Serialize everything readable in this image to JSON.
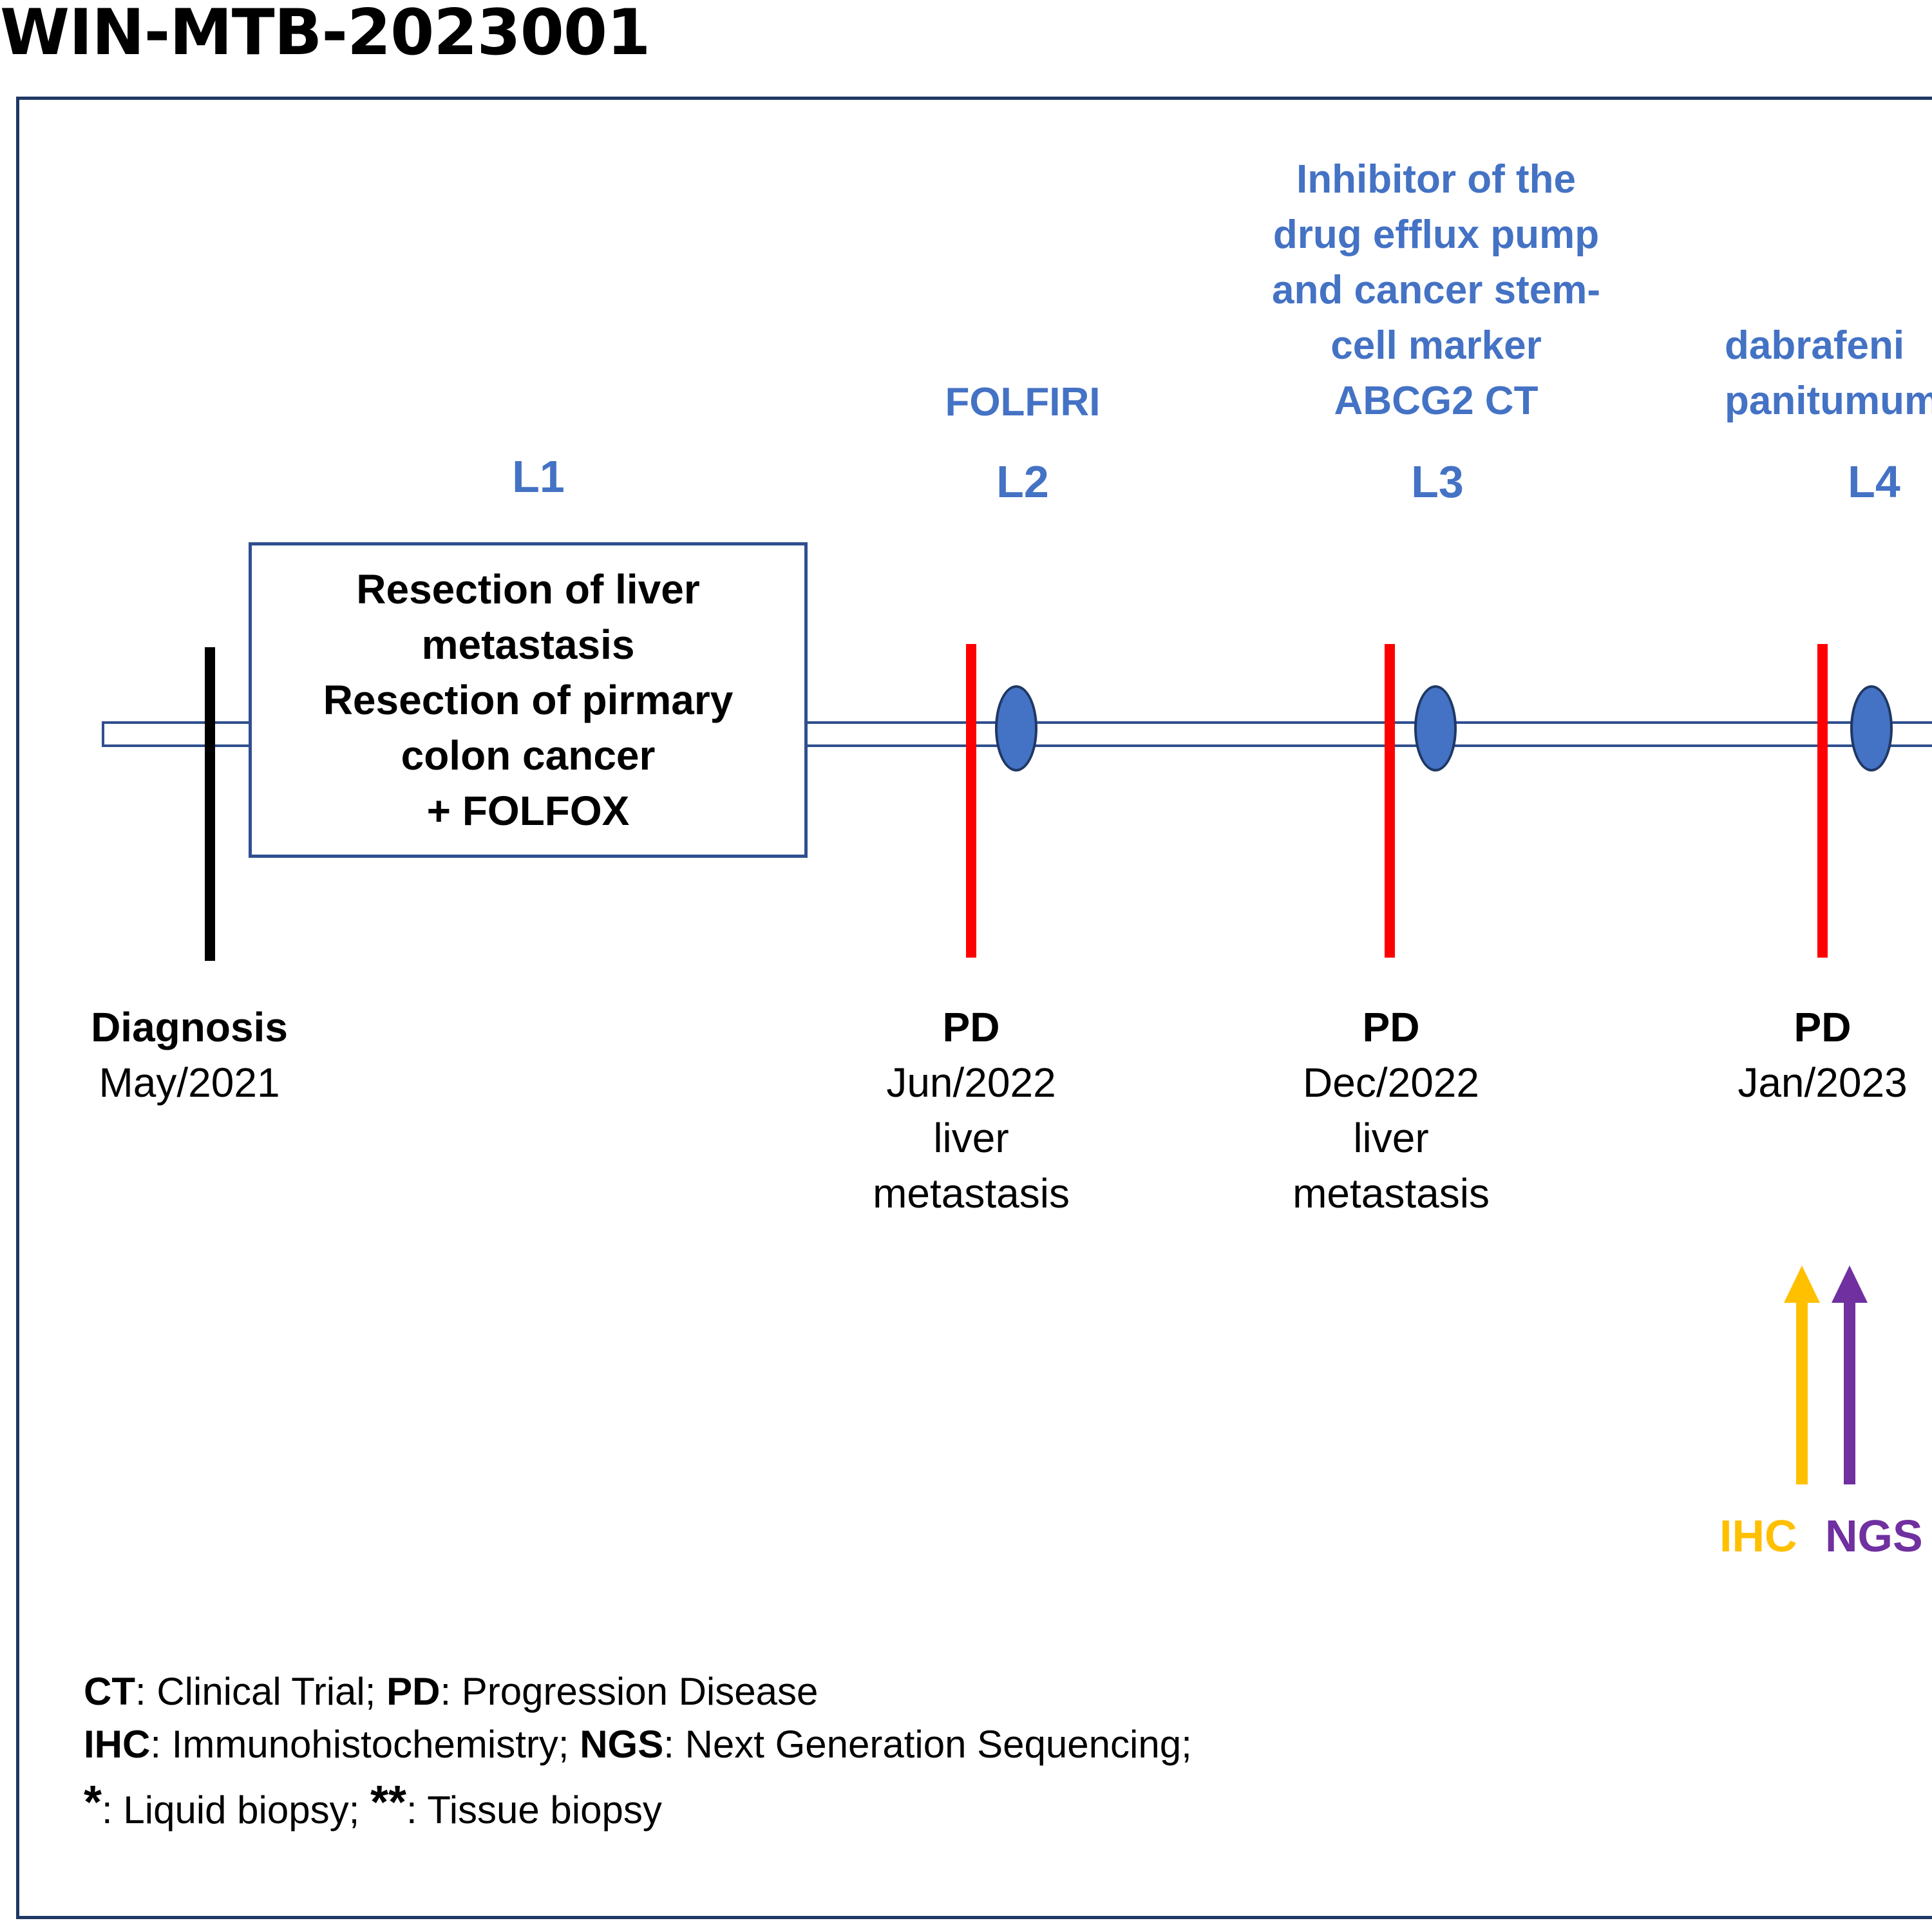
{
  "title": "WIN-MTB-2023001",
  "colors": {
    "frame": "#1F3864",
    "line_label": "#4472C4",
    "oval": "#4472C4",
    "progression_marker": "#FF0000",
    "diagnosis_marker": "#000000",
    "ihc": "#FFC000",
    "ngs": "#7030A0"
  },
  "lines": [
    {
      "label": "L1",
      "therapy": []
    },
    {
      "label": "L2",
      "therapy": [
        "FOLFIRI"
      ]
    },
    {
      "label": "L3",
      "therapy": [
        "Inhibitor of the",
        "drug efflux pump",
        "and cancer stem-",
        "cell marker",
        "ABCG2 CT"
      ]
    },
    {
      "label": "L4",
      "therapy": [
        "dabrafeni",
        "panitumum"
      ]
    }
  ],
  "l1_box": {
    "lines": [
      "Resection of liver",
      "metastasis",
      "Resection of pirmary",
      "colon cancer",
      "+ FOLFOX"
    ]
  },
  "events": [
    {
      "head": "Diagnosis",
      "lines": [
        "May/2021"
      ]
    },
    {
      "head": "PD",
      "lines": [
        "Jun/2022",
        "liver",
        "metastasis"
      ]
    },
    {
      "head": "PD",
      "lines": [
        "Dec/2022",
        "liver",
        "metastasis"
      ]
    },
    {
      "head": "PD",
      "lines": [
        "Jan/2023"
      ]
    }
  ],
  "tests": {
    "ihc": "IHC",
    "ngs": "NGS"
  },
  "legend": {
    "row1": {
      "k1": "CT",
      "v1": ": Clinical Trial; ",
      "k2": "PD",
      "v2": ": Progression Disease"
    },
    "row2": {
      "k1": "IHC",
      "v1": ": Immunohistochemistry; ",
      "k2": "NGS",
      "v2": ": Next Generation Sequencing;"
    },
    "row3": {
      "k1": "*",
      "v1": ": Liquid biopsy; ",
      "k2": "**",
      "v2": ": Tissue biopsy"
    }
  }
}
